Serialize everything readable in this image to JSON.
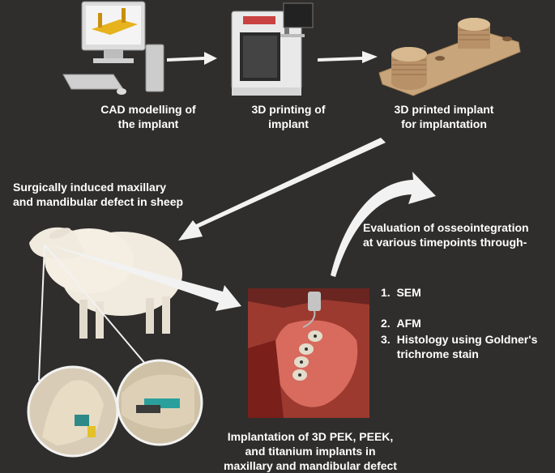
{
  "steps": {
    "cad": "CAD modelling of\nthe implant",
    "printing": "3D printing of\nimplant",
    "printed_implant": "3D printed implant\nfor implantation",
    "defect": "Surgically induced maxillary\nand  mandibular defect in sheep",
    "evaluation": "Evaluation of osseointegration\nat various timepoints through-",
    "implantation": "Implantation of 3D PEK, PEEK,\nand titanium implants in\nmaxillary and  mandibular defect"
  },
  "methods": [
    {
      "num": "1.",
      "text": "SEM"
    },
    {
      "num": "2.",
      "text": "AFM"
    },
    {
      "num": "3.",
      "text": "Histology using Goldner's\ntrichrome stain"
    }
  ],
  "colors": {
    "background": "#2f2e2c",
    "text": "#ffffff",
    "arrow": "#f2f2f2",
    "implant": "#c8a57a",
    "sheep": "#f1ebdf",
    "tissue": "#b0362e"
  }
}
